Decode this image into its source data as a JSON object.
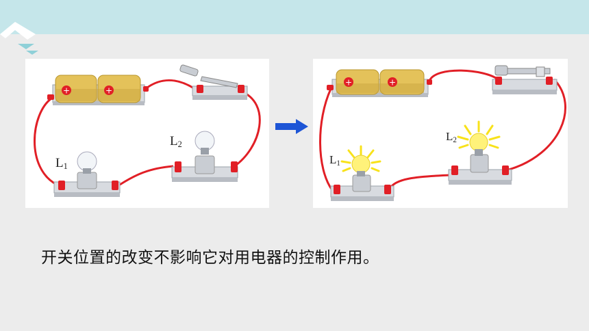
{
  "caption": "开关位置的改变不影响它对用电器的控制作用。",
  "left_diagram": {
    "lamp1_label": "L",
    "lamp1_sub": "1",
    "lamp2_label": "L",
    "lamp2_sub": "2",
    "bulbs_lit": false,
    "switch_state": "open"
  },
  "right_diagram": {
    "lamp1_label": "L",
    "lamp1_sub": "1",
    "lamp2_label": "L",
    "lamp2_sub": "2",
    "bulbs_lit": true,
    "switch_state": "closed"
  },
  "colors": {
    "wire": "#e11f26",
    "battery": "#e4c25a",
    "battery_dark": "#b8962e",
    "base": "#d8dbe0",
    "arrow": "#1d55d6",
    "glow": "#f8e21a",
    "header_band": "#c5e6ea"
  },
  "icons": {
    "battery_symbol": "plus-in-circle",
    "arrow": "right-arrow"
  }
}
